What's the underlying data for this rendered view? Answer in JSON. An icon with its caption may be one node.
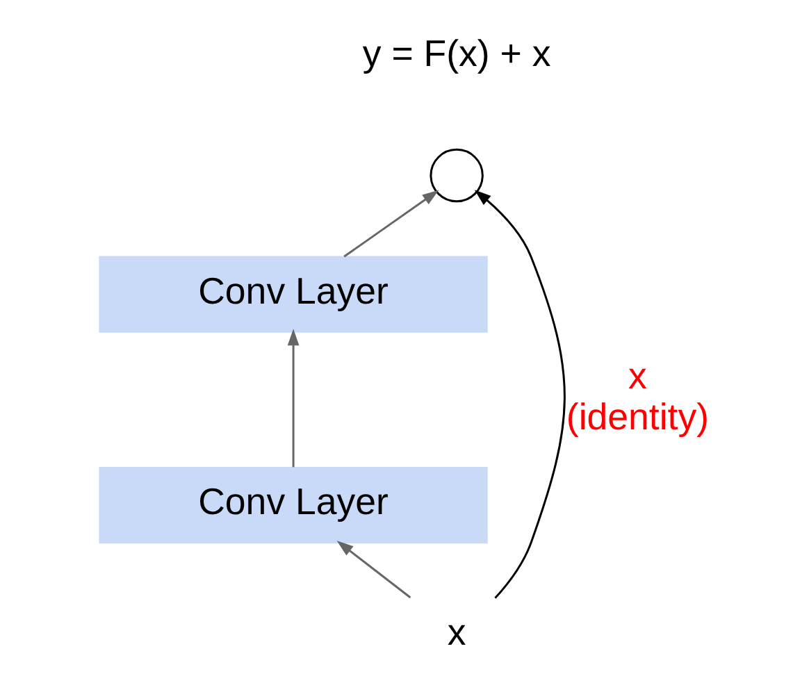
{
  "diagram": {
    "nodes": [
      {
        "text": [
          "x"
        ]
      },
      {
        "text": [
          "Conv Layer"
        ]
      },
      {
        "text": [
          "Conv Layer"
        ]
      },
      {
        "text": [],
        "shape": "circle"
      }
    ],
    "edges": [
      {
        "from": 0,
        "to": 1,
        "arrow": "to"
      },
      {
        "from": 1,
        "to": 2,
        "arrow": "to"
      },
      {
        "from": 2,
        "to": 3,
        "arrow": "to"
      },
      {
        "from": 0,
        "to": 3,
        "arrow": "to",
        "label": "x (identity)",
        "color": "#000000"
      }
    ],
    "labels": [
      "y = F(x) + x"
    ]
  }
}
